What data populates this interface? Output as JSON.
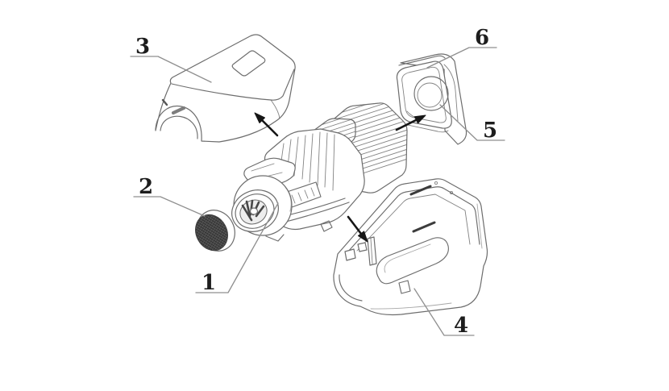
{
  "diagram": {
    "type": "exploded-view-technical-drawing",
    "labels": [
      "1",
      "2",
      "3",
      "4",
      "5",
      "6"
    ],
    "colors": {
      "background": "#ffffff",
      "line": "#6d6d6d",
      "dark": "#3c3c3c",
      "leader": "#8f8f8f",
      "label": "#1d1d1d",
      "mesh": "#474747",
      "arrow": "#161616"
    }
  }
}
